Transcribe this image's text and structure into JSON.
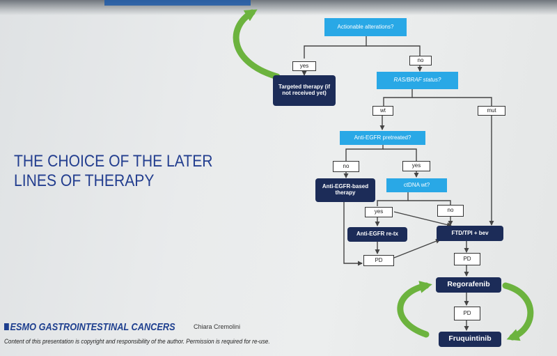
{
  "slide": {
    "title_line1": "THE CHOICE OF THE LATER",
    "title_line2": "LINES OF THERAPY",
    "brand": "ESMO GASTROINTESTINAL CANCERS",
    "author": "Chiara Cremolini",
    "copyright": "Content of this presentation is copyright and responsibility of the author. Permission is required for re-use."
  },
  "flowchart": {
    "actionable": "Actionable alterations?",
    "yes_top": "yes",
    "no_top": "no",
    "targeted": "Targeted therapy (if not received yet)",
    "ras_braf": "RAS/BRAF status?",
    "wt": "wt",
    "mut": "mut",
    "egfr_pretreated": "Anti-EGFR pretreated?",
    "no_egfr": "no",
    "yes_egfr": "yes",
    "egfr_based": "Anti-EGFR-based therapy",
    "ctdna": "ctDNA wt?",
    "yes_ctdna": "yes",
    "no_ctdna": "no",
    "egfr_retx": "Anti-EGFR re-tx",
    "ftd_tpi": "FTD/TPI + bev",
    "pd_left": "PD",
    "pd_right": "PD",
    "regorafenib": "Regorafenib",
    "pd_bottom": "PD",
    "fruquintinib": "Fruquintinib"
  },
  "colors": {
    "title_blue": "#233e8f",
    "cyan_box": "#29a8e6",
    "navy_box": "#1c2c58",
    "arrow_green": "#6cb33e"
  }
}
